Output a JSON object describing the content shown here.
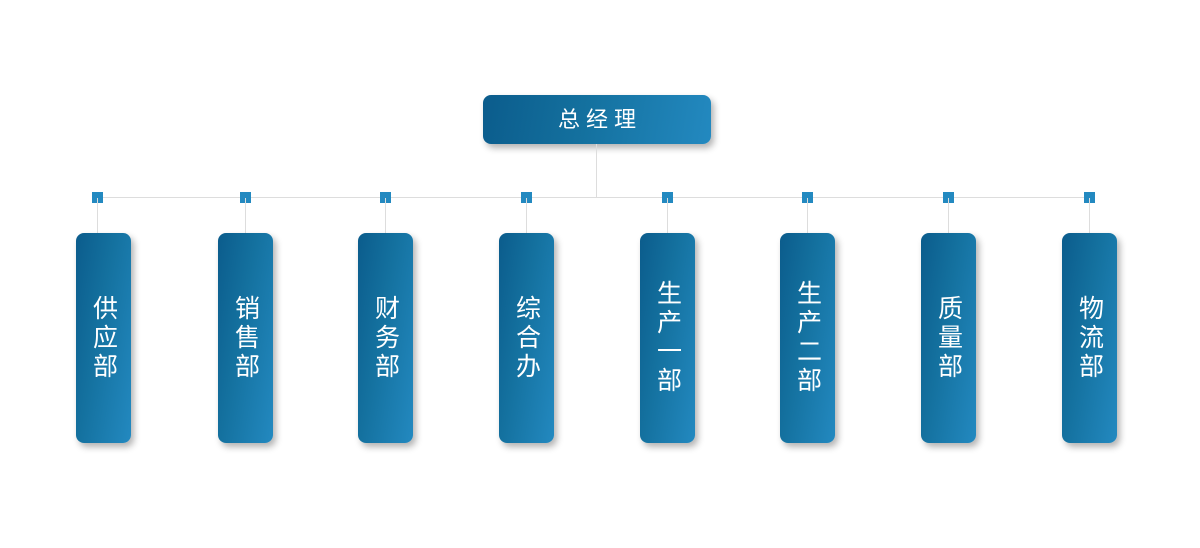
{
  "chart": {
    "type": "org-chart",
    "root": {
      "label": "总经理"
    },
    "departments": [
      {
        "label": "供应部"
      },
      {
        "label": "销售部"
      },
      {
        "label": "财务部"
      },
      {
        "label": "综合办"
      },
      {
        "label": "生产一部"
      },
      {
        "label": "生产二部"
      },
      {
        "label": "质量部"
      },
      {
        "label": "物流部"
      }
    ],
    "colors": {
      "node_gradient_start": "#0b5c8c",
      "node_gradient_end": "#2389c0",
      "marker": "#2389c0",
      "connector_line": "#dddddd",
      "label_text": "#ffffff",
      "background": "#ffffff"
    }
  }
}
